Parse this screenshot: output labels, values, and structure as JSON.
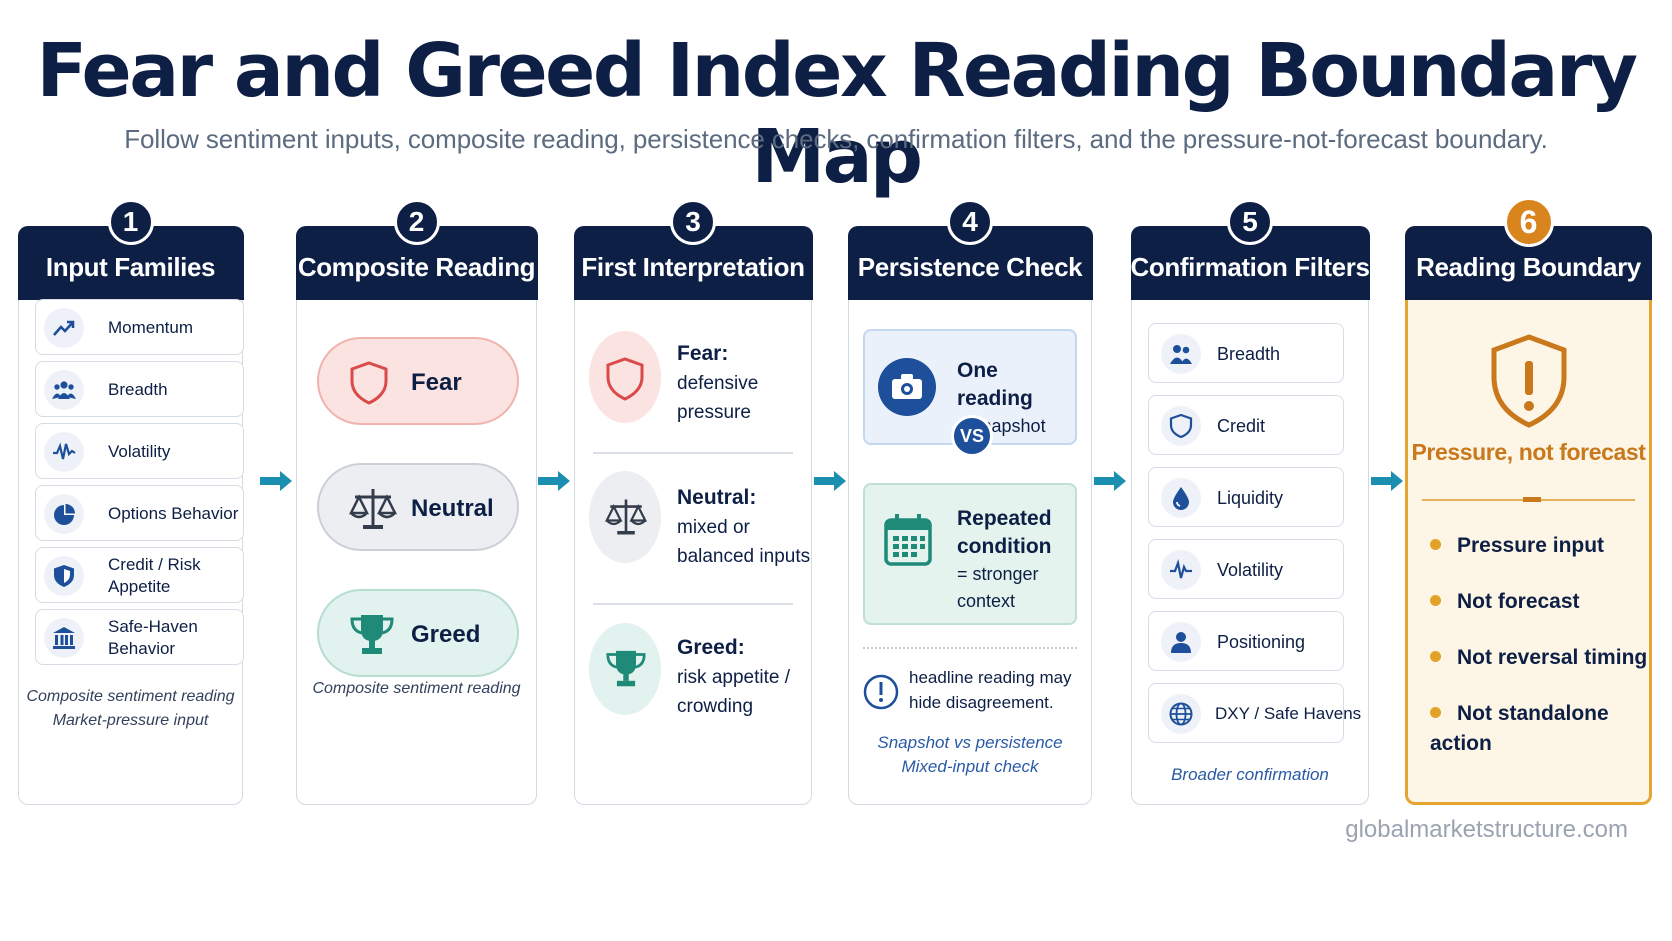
{
  "title": "Fear and Greed Index Reading Boundary Map",
  "subtitle": "Follow sentiment inputs, composite reading, persistence checks, confirmation filters, and the pressure-not-forecast boundary.",
  "columns": [
    {
      "number": "1",
      "title": "Input Families"
    },
    {
      "number": "2",
      "title": "Composite Reading"
    },
    {
      "number": "3",
      "title": "First Interpretation"
    },
    {
      "number": "4",
      "title": "Persistence Check"
    },
    {
      "number": "5",
      "title": "Confirmation Filters"
    },
    {
      "number": "6",
      "title": "Reading Boundary"
    }
  ],
  "inputs": {
    "items": [
      {
        "label": "Momentum",
        "icon": "trend-up-icon"
      },
      {
        "label": "Breadth",
        "icon": "people-icon"
      },
      {
        "label": "Volatility",
        "icon": "pulse-icon"
      },
      {
        "label": "Options Behavior",
        "icon": "pie-chart-icon"
      },
      {
        "label": "Credit / Risk Appetite",
        "icon": "shield-icon"
      },
      {
        "label": "Safe-Haven Behavior",
        "icon": "bank-icon"
      }
    ],
    "footer_1": "Composite sentiment reading",
    "footer_2": "Market-pressure input"
  },
  "composite": {
    "states": [
      {
        "label": "Fear",
        "icon": "shield-icon"
      },
      {
        "label": "Neutral",
        "icon": "scale-icon"
      },
      {
        "label": "Greed",
        "icon": "trophy-icon"
      }
    ],
    "footer": "Composite sentiment reading"
  },
  "interpretation": {
    "items": [
      {
        "head": "Fear:",
        "line1": "defensive",
        "line2": "pressure"
      },
      {
        "head": "Neutral:",
        "line1": "mixed or",
        "line2": "balanced inputs"
      },
      {
        "head": "Greed:",
        "line1": "risk appetite /",
        "line2": "crowding"
      }
    ]
  },
  "persistence": {
    "one_head": "One reading",
    "one_sub": "= snapshot",
    "vs": "VS",
    "rep_head_1": "Repeated",
    "rep_head_2": "condition",
    "rep_sub_1": "= stronger",
    "rep_sub_2": "context",
    "warning_1": "headline reading may",
    "warning_2": "hide disagreement.",
    "footer_1": "Snapshot vs persistence",
    "footer_2": "Mixed-input check"
  },
  "confirmation": {
    "items": [
      {
        "label": "Breadth",
        "icon": "people-icon"
      },
      {
        "label": "Credit",
        "icon": "shield-icon"
      },
      {
        "label": "Liquidity",
        "icon": "drop-icon"
      },
      {
        "label": "Volatility",
        "icon": "pulse-icon"
      },
      {
        "label": "Positioning",
        "icon": "person-icon"
      },
      {
        "label": "DXY / Safe Havens",
        "icon": "globe-icon"
      }
    ],
    "footer": "Broader confirmation"
  },
  "boundary": {
    "heading": "Pressure, not forecast",
    "items": [
      "Pressure input",
      "Not forecast",
      "Not reversal timing",
      "Not standalone action"
    ]
  },
  "website": "globalmarketstructure.com",
  "colors": {
    "navy": "#0d1f45",
    "teal_arrow": "#1a8fb0",
    "orange": "#d9851e",
    "fear": "#d94a4a",
    "greed": "#1f8a78"
  }
}
